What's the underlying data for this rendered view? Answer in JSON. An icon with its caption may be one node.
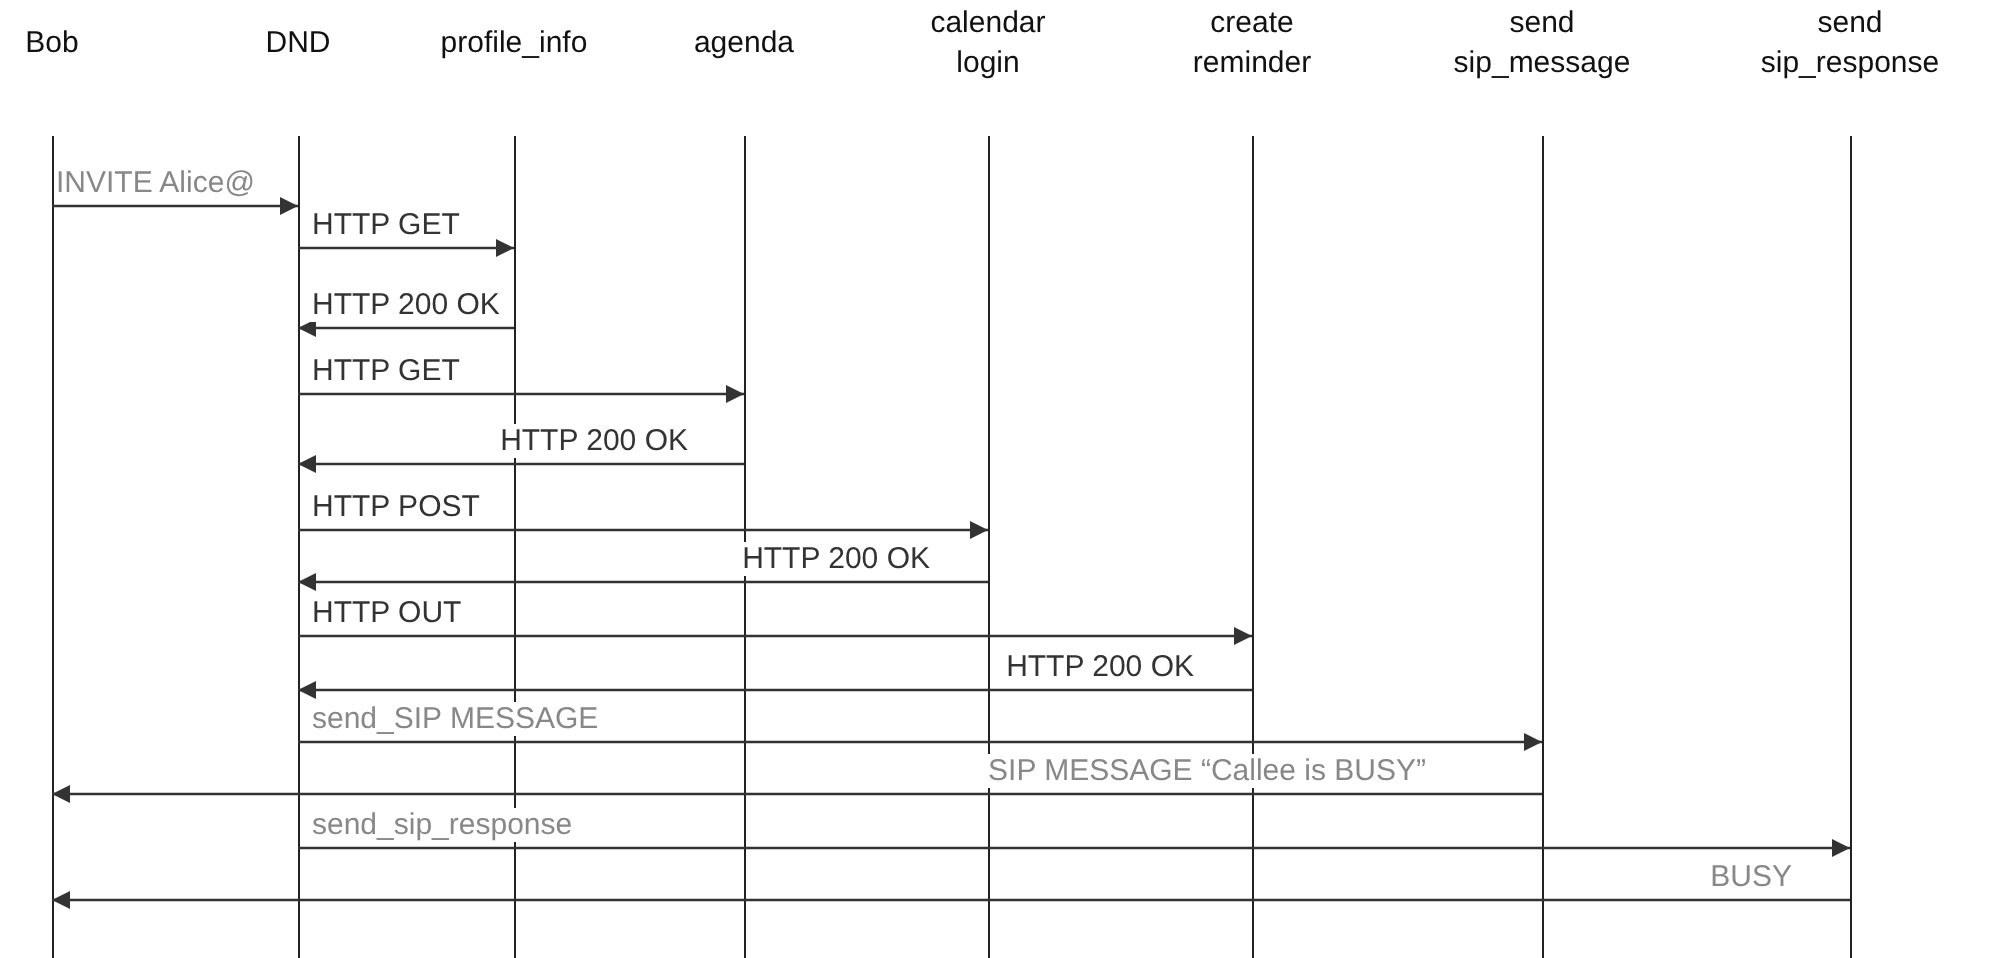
{
  "diagram": {
    "nodes": [
      {
        "text": [
          "Bob"
        ]
      },
      {
        "text": [
          "DND"
        ]
      },
      {
        "text": [
          "profile_info"
        ]
      },
      {
        "text": [
          "agenda"
        ]
      },
      {
        "text": [
          "calendar login"
        ]
      },
      {
        "text": [
          "create reminder"
        ]
      },
      {
        "text": [
          "send sip_message"
        ]
      },
      {
        "text": [
          "send sip_response"
        ]
      }
    ],
    "edges": [
      {
        "from": 0,
        "to": 1,
        "arrow": "to",
        "label": "INVITE Alice@"
      },
      {
        "from": 1,
        "to": 2,
        "arrow": "to",
        "label": "HTTP GET"
      },
      {
        "from": 2,
        "to": 1,
        "arrow": "to",
        "label": "HTTP 200 OK"
      },
      {
        "from": 1,
        "to": 3,
        "arrow": "to",
        "label": "HTTP GET"
      },
      {
        "from": 3,
        "to": 1,
        "arrow": "to",
        "label": "HTTP 200 OK"
      },
      {
        "from": 1,
        "to": 4,
        "arrow": "to",
        "label": "HTTP POST"
      },
      {
        "from": 4,
        "to": 1,
        "arrow": "to",
        "label": "HTTP 200 OK"
      },
      {
        "from": 1,
        "to": 5,
        "arrow": "to",
        "label": "HTTP OUT"
      },
      {
        "from": 5,
        "to": 1,
        "arrow": "to",
        "label": "HTTP 200 OK"
      },
      {
        "from": 1,
        "to": 6,
        "arrow": "to",
        "label": "send_SIP MESSAGE"
      },
      {
        "from": 6,
        "to": 0,
        "arrow": "to",
        "label": "SIP MESSAGE “Callee is BUSY”"
      },
      {
        "from": 1,
        "to": 7,
        "arrow": "to",
        "label": "send_sip_response"
      },
      {
        "from": 7,
        "to": 0,
        "arrow": "to",
        "label": "BUSY"
      }
    ]
  }
}
